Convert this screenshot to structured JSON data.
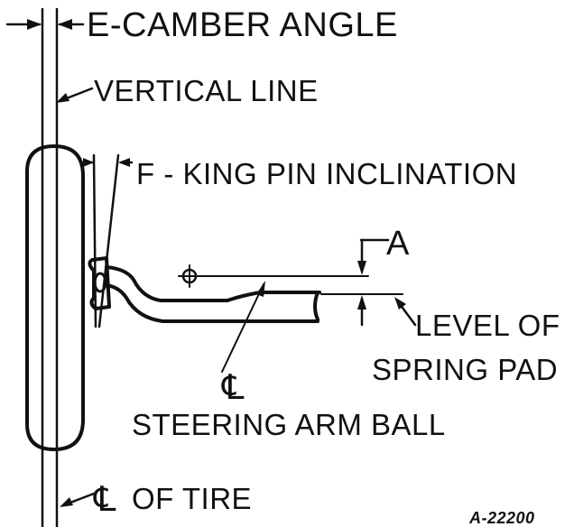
{
  "labels": {
    "camber_angle": "E-CAMBER ANGLE",
    "vertical_line": "VERTICAL LINE",
    "king_pin_inclination": "F - KING PIN INCLINATION",
    "dimension_a": "A",
    "level_of": "LEVEL OF",
    "spring_pad": "SPRING PAD",
    "centerline_symbol": "℄",
    "steering_arm_ball": "STEERING ARM BALL",
    "of_tire": "OF TIRE",
    "figure_number": "A-22200"
  },
  "colors": {
    "ink": "#111111",
    "background": "#ffffff"
  }
}
